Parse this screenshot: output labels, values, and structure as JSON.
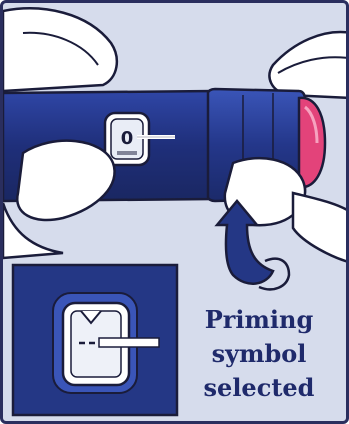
{
  "caption": {
    "line1": "Priming",
    "line2": "symbol",
    "line3": "selected"
  },
  "dose_window_label": "0",
  "colors": {
    "background": "#d6dcec",
    "pen_body": "#1f2f7a",
    "pen_highlight": "#2f46a6",
    "cap_tip": "#e3437a",
    "skin": "#ffffff",
    "outline": "#1a1c3a",
    "inset_bg": "#243785",
    "caption_text": "#1f2a6b"
  }
}
